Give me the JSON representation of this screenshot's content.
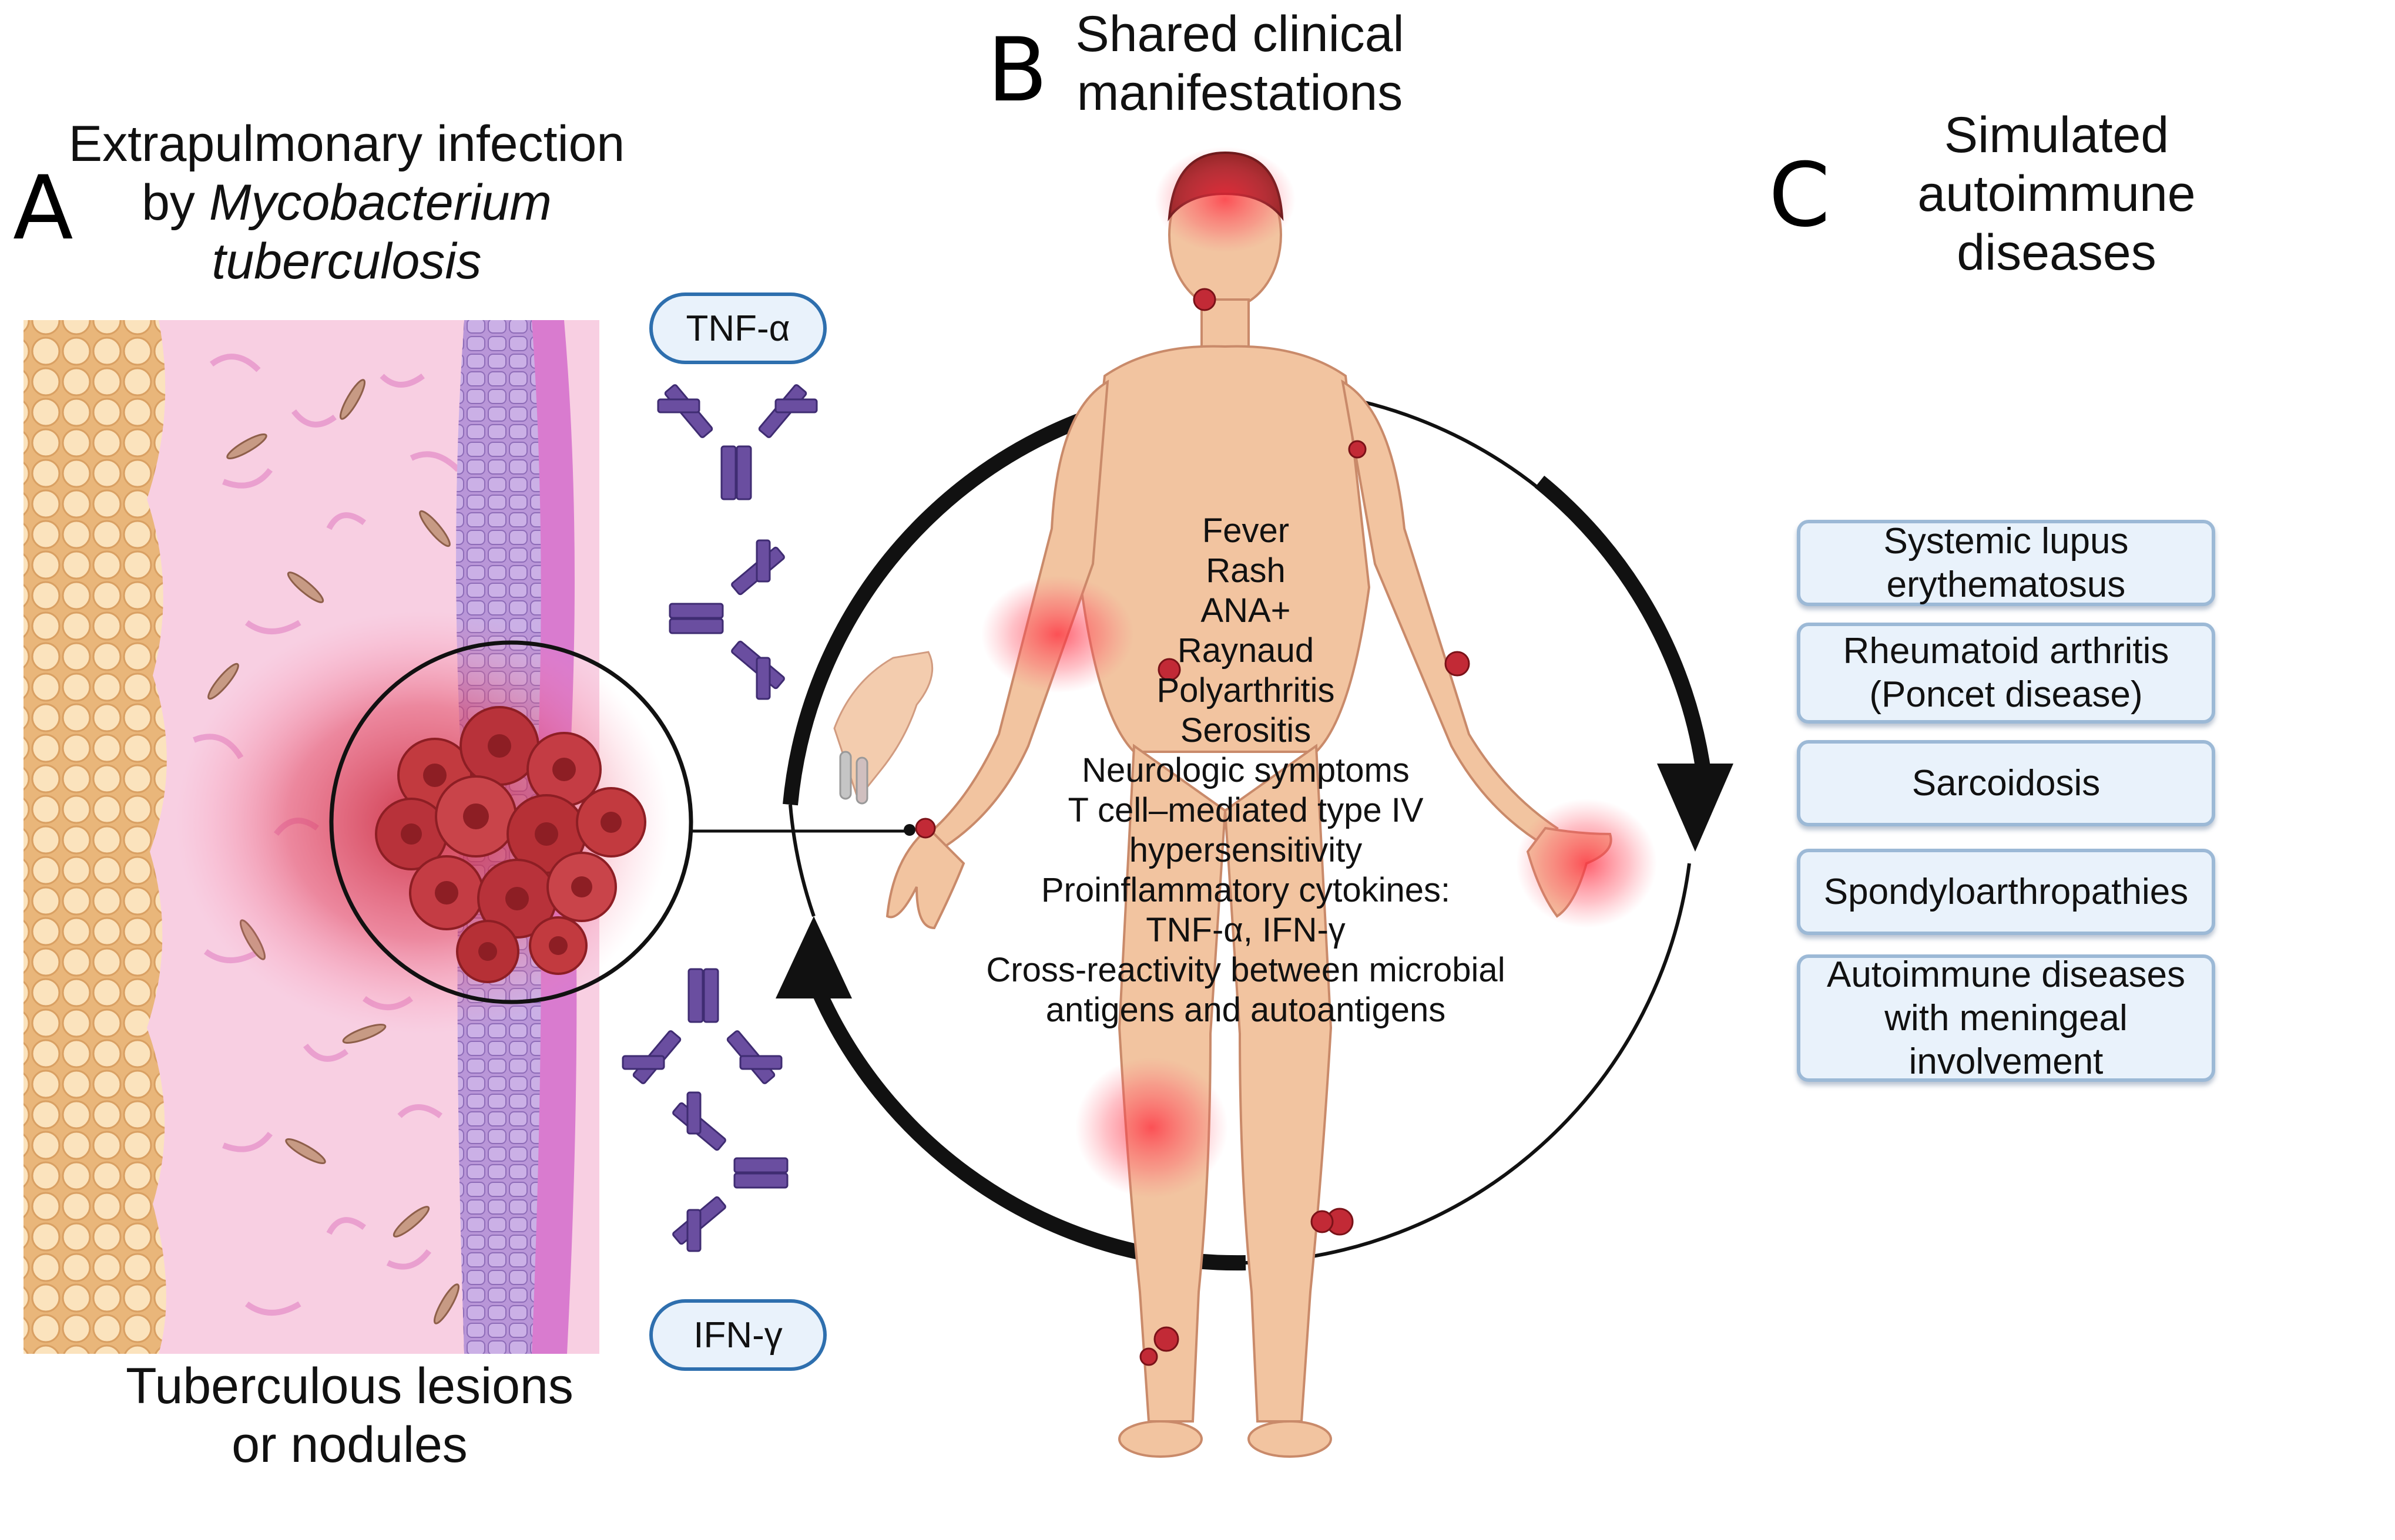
{
  "panel_a": {
    "letter": "A",
    "title_line1": "Extrapulmonary infection",
    "title_line2_prefix": "by",
    "title_line2_italic": "Mycobacterium",
    "title_line3_italic": "tuberculosis",
    "caption_line1": "Tuberculous lesions",
    "caption_line2": "or nodules"
  },
  "panel_b": {
    "letter": "B",
    "title_line1": "Shared clinical",
    "title_line2": "manifestations",
    "manifestations": [
      "Fever",
      "Rash",
      "ANA+",
      "Raynaud",
      "Polyarthritis",
      "Serositis",
      "Neurologic symptoms",
      "T cell–mediated type IV",
      "hypersensitivity",
      "Proinflammatory cytokines:",
      "TNF-α, IFN-γ",
      "Cross-reactivity between microbial",
      "antigens and autoantigens"
    ]
  },
  "panel_c": {
    "letter": "C",
    "title_line1": "Simulated",
    "title_line2": "autoimmune",
    "title_line3": "diseases",
    "diseases": [
      "Systemic lupus erythematosus",
      "Rheumatoid arthritis (Poncet disease)",
      "Sarcoidosis",
      "Spondyloarthropathies",
      "Autoimmune diseases with meningeal involvement"
    ]
  },
  "cytokines": {
    "top": "TNF-α",
    "bottom": "IFN-γ"
  },
  "colors": {
    "tissue_pink": "#f7c6dc",
    "fat_yellow": "#f6d9a8",
    "epithelium_purple": "#a585c9",
    "nodule_red": "#c7333a",
    "inflammation_glow": "#ff3b4e",
    "skin": "#f2c4a0",
    "antibody": "#6a4ea0",
    "arrow": "#111111",
    "box_fill": "#e9f2fb",
    "box_border": "#9cb9d6",
    "cytokine_border": "#2e6fae"
  }
}
